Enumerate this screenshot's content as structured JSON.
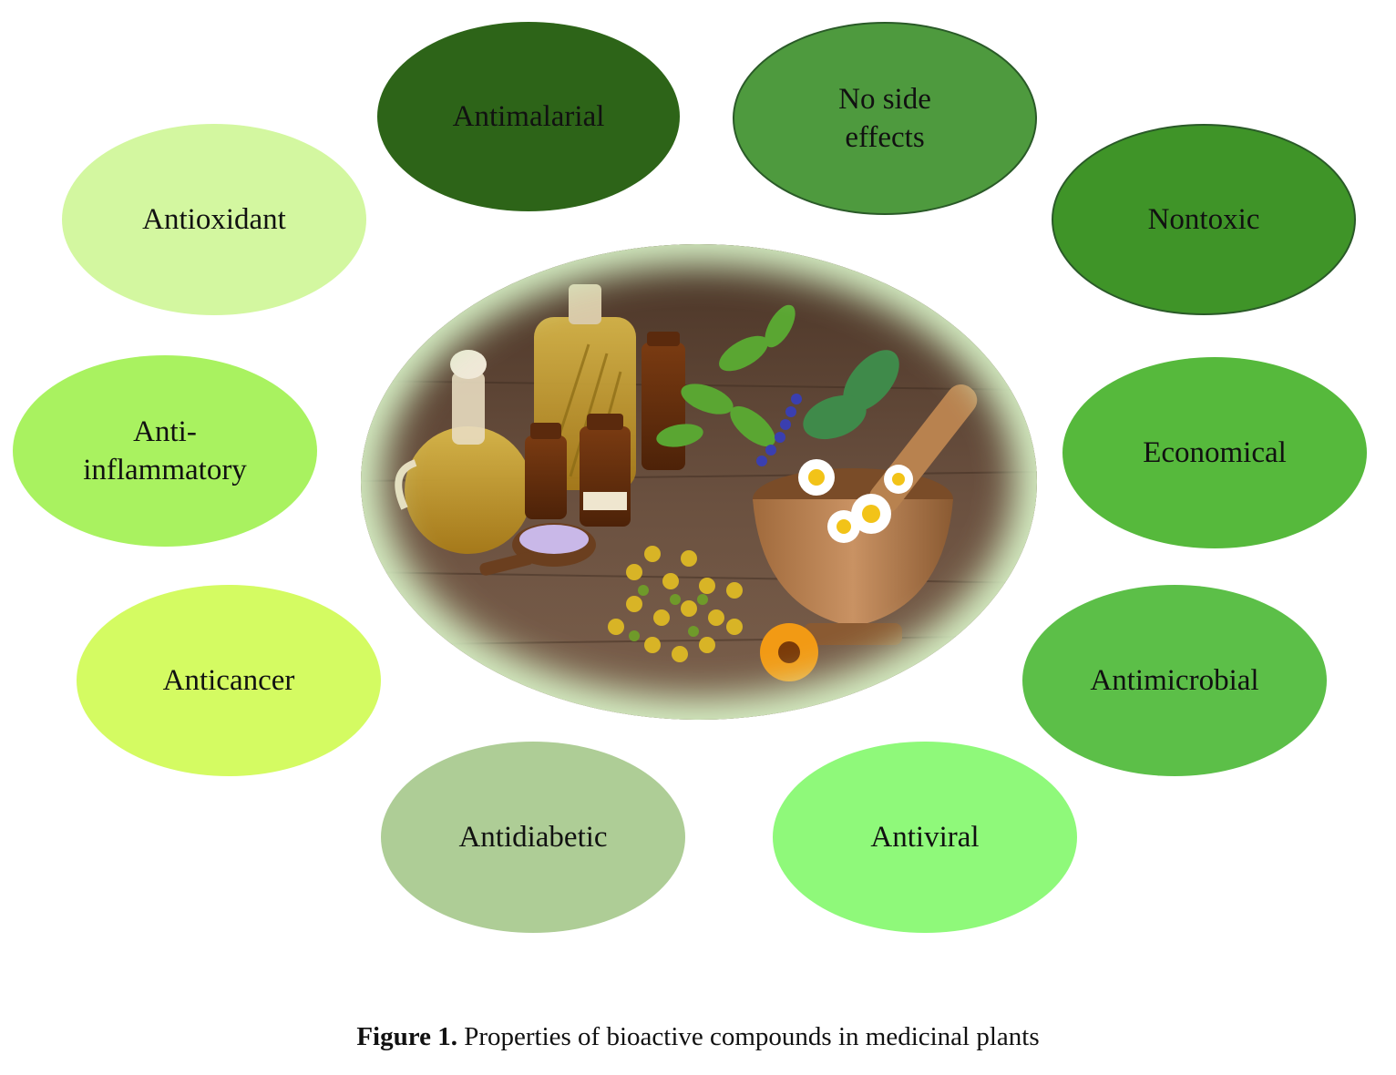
{
  "bubbles": {
    "antimalarial": {
      "label": "Antimalarial",
      "color": "#2d6418"
    },
    "no_side_effects": {
      "line1": "No side",
      "line2": "effects",
      "color": "#4e9a3e"
    },
    "antioxidant": {
      "label": "Antioxidant",
      "color": "#d3f7a0"
    },
    "nontoxic": {
      "label": "Nontoxic",
      "color": "#3f9428"
    },
    "anti_inflammatory": {
      "line1": "Anti-",
      "line2": "inflammatory",
      "color": "#a9f260"
    },
    "economical": {
      "label": "Economical",
      "color": "#56b93c"
    },
    "anticancer": {
      "label": "Anticancer",
      "color": "#d4fb62"
    },
    "antimicrobial": {
      "label": "Antimicrobial",
      "color": "#5cbf48"
    },
    "antidiabetic": {
      "label": "Antidiabetic",
      "color": "#aecd96"
    },
    "antiviral": {
      "label": "Antiviral",
      "color": "#8ff97a"
    }
  },
  "center_image": {
    "icon": "herbal-medicine-photo-illustration"
  },
  "caption": {
    "figure_label": "Figure 1.",
    "text": " Properties of bioactive compounds in medicinal plants"
  }
}
